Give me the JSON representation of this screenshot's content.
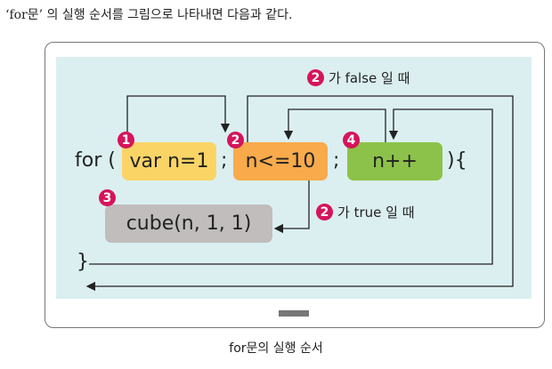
{
  "intro": "‘for문’ 의 실행 순서를 그림으로 나타내면 다음과 같다.",
  "code": {
    "for_open": "for (",
    "semi1": ";",
    "semi2": ";",
    "close_brace_open": "){",
    "close_brace": "}"
  },
  "init": {
    "text": "var n=1",
    "badge": "1",
    "color": "#fbd466"
  },
  "cond": {
    "text": "n<=10",
    "badge": "2",
    "color": "#f9aa4b"
  },
  "incr": {
    "text": "n++",
    "badge": "4",
    "color": "#8cc24a"
  },
  "body": {
    "text": "cube(n, 1, 1)",
    "badge": "3",
    "color": "#c1bdbd"
  },
  "false_label": {
    "badge": "2",
    "text": "가 false 일 때"
  },
  "true_label": {
    "badge": "2",
    "text": "가 true 일 때"
  },
  "caption": "for문의 실행 순서"
}
